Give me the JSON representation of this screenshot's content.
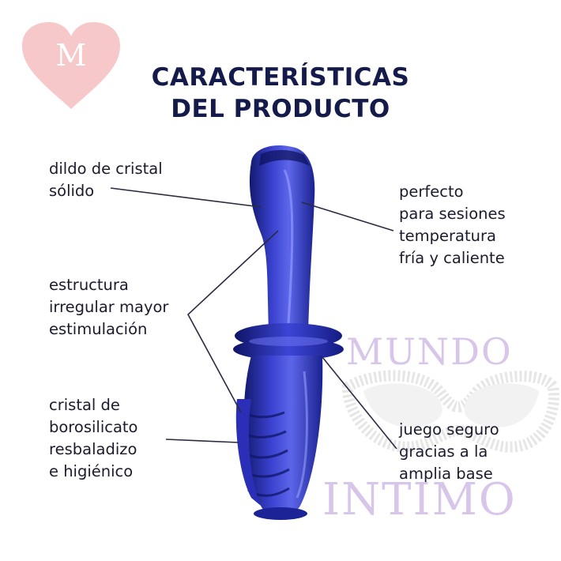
{
  "logo": {
    "monogram": "M"
  },
  "title": {
    "line1": "CARACTERÍSTICAS",
    "line2": "DEL PRODUCTO"
  },
  "callouts": {
    "solid_glass": [
      "dildo de cristal",
      "sólido"
    ],
    "temperature": [
      "perfecto",
      "para sesiones",
      "temperatura",
      "fría y caliente"
    ],
    "structure": [
      "estructura",
      "irregular mayor",
      "estimulación"
    ],
    "borosilicate": [
      "cristal de",
      "borosilicato",
      "resbaladizo",
      "e higiénico"
    ],
    "base": [
      "juego seguro",
      "gracias a la",
      "amplia base"
    ]
  },
  "watermark": {
    "line1": "MUNDO",
    "line2": "INTIMO"
  },
  "colors": {
    "title": "#141a4a",
    "product_blue": "#2b2fb8",
    "heart": "#f6c8c9",
    "watermark": "#d7c6ea"
  },
  "icons": [
    "heart-logo-icon",
    "mask-icon"
  ]
}
